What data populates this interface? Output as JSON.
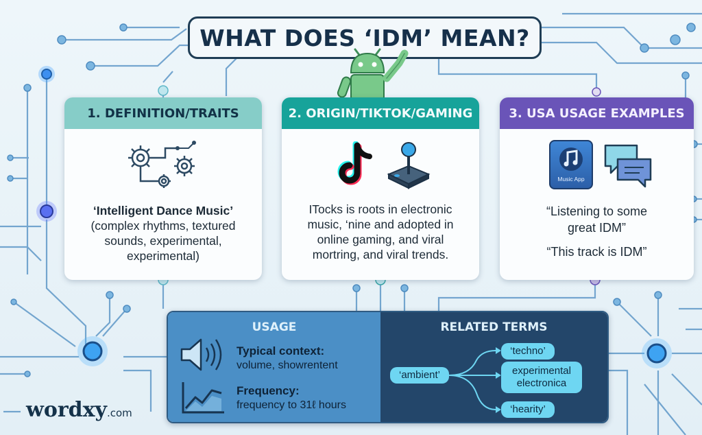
{
  "title": "WHAT DOES ‘IDM’ MEAN?",
  "colors": {
    "teal_light": "#7fc9c6",
    "teal_dark": "#1aa39a",
    "purple": "#6a54b8",
    "navy": "#1f3d55",
    "usage_blue": "#4b8fc6",
    "related_navy": "#23466a",
    "pill": "#6ed6f2"
  },
  "cards": {
    "definition": {
      "heading": "1. DEFINITION/TRAITS",
      "term": "‘Intelligent Dance Music’",
      "lines": [
        "(complex rhythms, textured",
        "sounds, experimental,",
        "experimental)"
      ],
      "icon": "gears-icon"
    },
    "origin": {
      "heading": "2. ORIGIN/TIKTOK/GAMING",
      "lines": [
        "ITocks is roots in electronic",
        "music, ‘nine and adopted in",
        "online gaming, and viral",
        "mortring, and viral trends."
      ],
      "icons": [
        "tiktok-icon",
        "joystick-icon"
      ]
    },
    "usage_examples": {
      "heading": "3. USA USAGE EXAMPLES",
      "app_label": "Music App",
      "quote1_lines": [
        "“Listening to some",
        "great IDM”"
      ],
      "quote2": "“This track is IDM”",
      "icons": [
        "music-app-icon",
        "chat-bubbles-icon"
      ]
    }
  },
  "usage": {
    "title": "USAGE",
    "context_label": "Typical context:",
    "context_value": "volume, showrentent",
    "frequency_label": "Frequency:",
    "frequency_value": "frequency to 31ℓ hours",
    "icons": [
      "speaker-icon",
      "trend-chart-icon"
    ]
  },
  "related": {
    "title": "RELATED TERMS",
    "source": "‘ambient’",
    "terms": [
      "‘techno’",
      "experimental electronica",
      "‘hearity’"
    ]
  },
  "brand": {
    "name": "wordxy",
    "domain": ".com"
  }
}
